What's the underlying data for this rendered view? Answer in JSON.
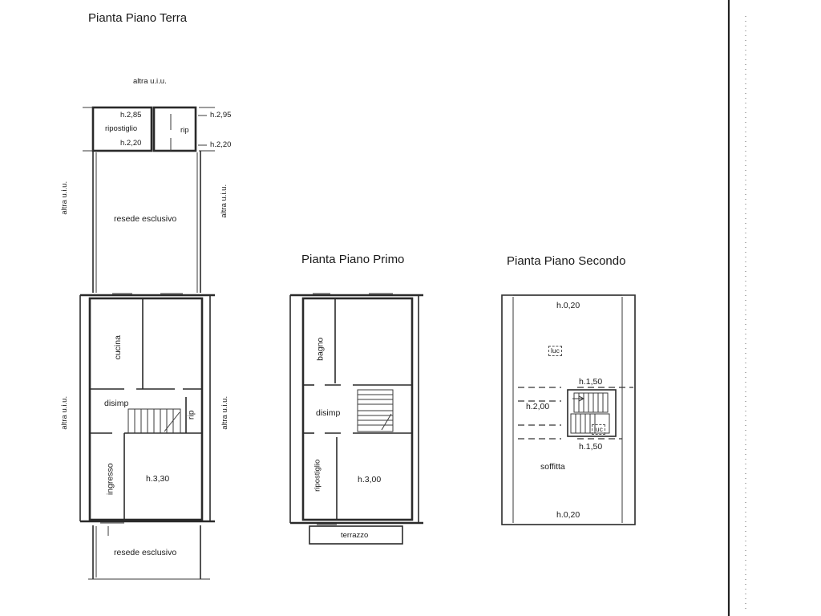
{
  "titles": {
    "ground": "Pianta Piano Terra",
    "first": "Pianta Piano Primo",
    "second": "Pianta Piano Secondo"
  },
  "ground_floor": {
    "neighbor_top": "altra u.i.u.",
    "neighbor_left_top": "altra u.i.u.",
    "neighbor_right_top": "altra u.i.u.",
    "neighbor_left_bottom": "altra u.i.u.",
    "neighbor_right_bottom": "altra u.i.u.",
    "ripostiglio": "ripostiglio",
    "rip": "rip",
    "h_rip_top_left": "h.2,85",
    "h_rip_bottom_left": "h.2,20",
    "h_rip_top_right": "h.2,95",
    "h_rip_bottom_right": "h.2,20",
    "resede_top": "resede esclusivo",
    "cucina": "cucina",
    "disimp": "disimp",
    "rip_small": "rip",
    "ingresso": "ingresso",
    "height": "h.3,30",
    "resede_bottom": "resede esclusivo"
  },
  "first_floor": {
    "bagno": "bagno",
    "disimp": "disimp",
    "ripostiglio": "ripostiglio",
    "height": "h.3,00",
    "terrazzo": "terrazzo"
  },
  "second_floor": {
    "h_top": "h.0,20",
    "luc_top": "luc",
    "h_150_top": "h.1,50",
    "h_200": "h.2,00",
    "luc_bottom": "luc",
    "h_150_bottom": "h.1,50",
    "soffitta": "soffitta",
    "h_bottom": "h.0,20"
  }
}
